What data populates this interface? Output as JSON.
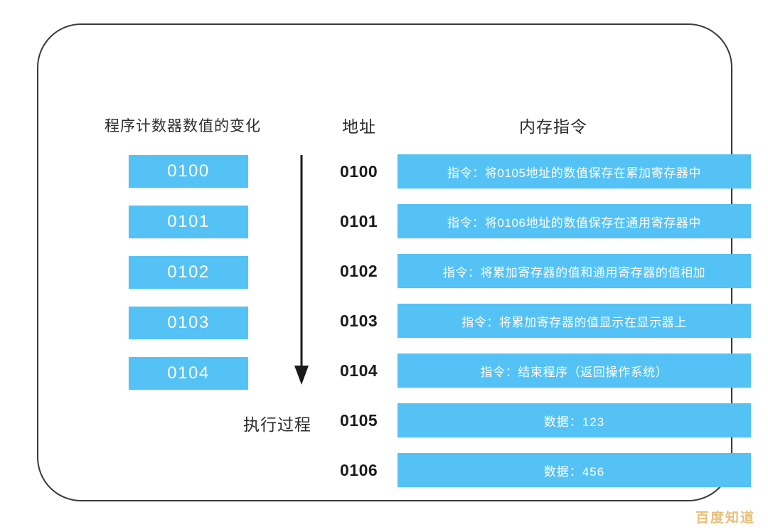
{
  "headers": {
    "pc": "程序计数器数值的变化",
    "address": "地址",
    "memory": "内存指令"
  },
  "execution": {
    "label": "执行过程",
    "arrow_icon": "down-arrow-icon"
  },
  "program_counter": {
    "values": [
      "0100",
      "0101",
      "0102",
      "0103",
      "0104"
    ]
  },
  "memory": {
    "rows": [
      {
        "address": "0100",
        "content": "指令：将0105地址的数值保存在累加寄存器中",
        "kind": "instruction"
      },
      {
        "address": "0101",
        "content": "指令：将0106地址的数值保存在通用寄存器中",
        "kind": "instruction"
      },
      {
        "address": "0102",
        "content": "指令：将累加寄存器的值和通用寄存器的值相加",
        "kind": "instruction"
      },
      {
        "address": "0103",
        "content": "指令：将累加寄存器的值显示在显示器上",
        "kind": "instruction"
      },
      {
        "address": "0104",
        "content": "指令：结束程序（返回操作系统）",
        "kind": "instruction"
      },
      {
        "address": "0105",
        "content": "数据：123",
        "kind": "data"
      },
      {
        "address": "0106",
        "content": "数据：456",
        "kind": "data"
      }
    ]
  },
  "watermark": "百度知道",
  "colors": {
    "box_blue": "#55c2f5",
    "card_border": "#3a3a3a",
    "text_dark": "#1a1a1a",
    "watermark_gold": "#e8c07a"
  }
}
